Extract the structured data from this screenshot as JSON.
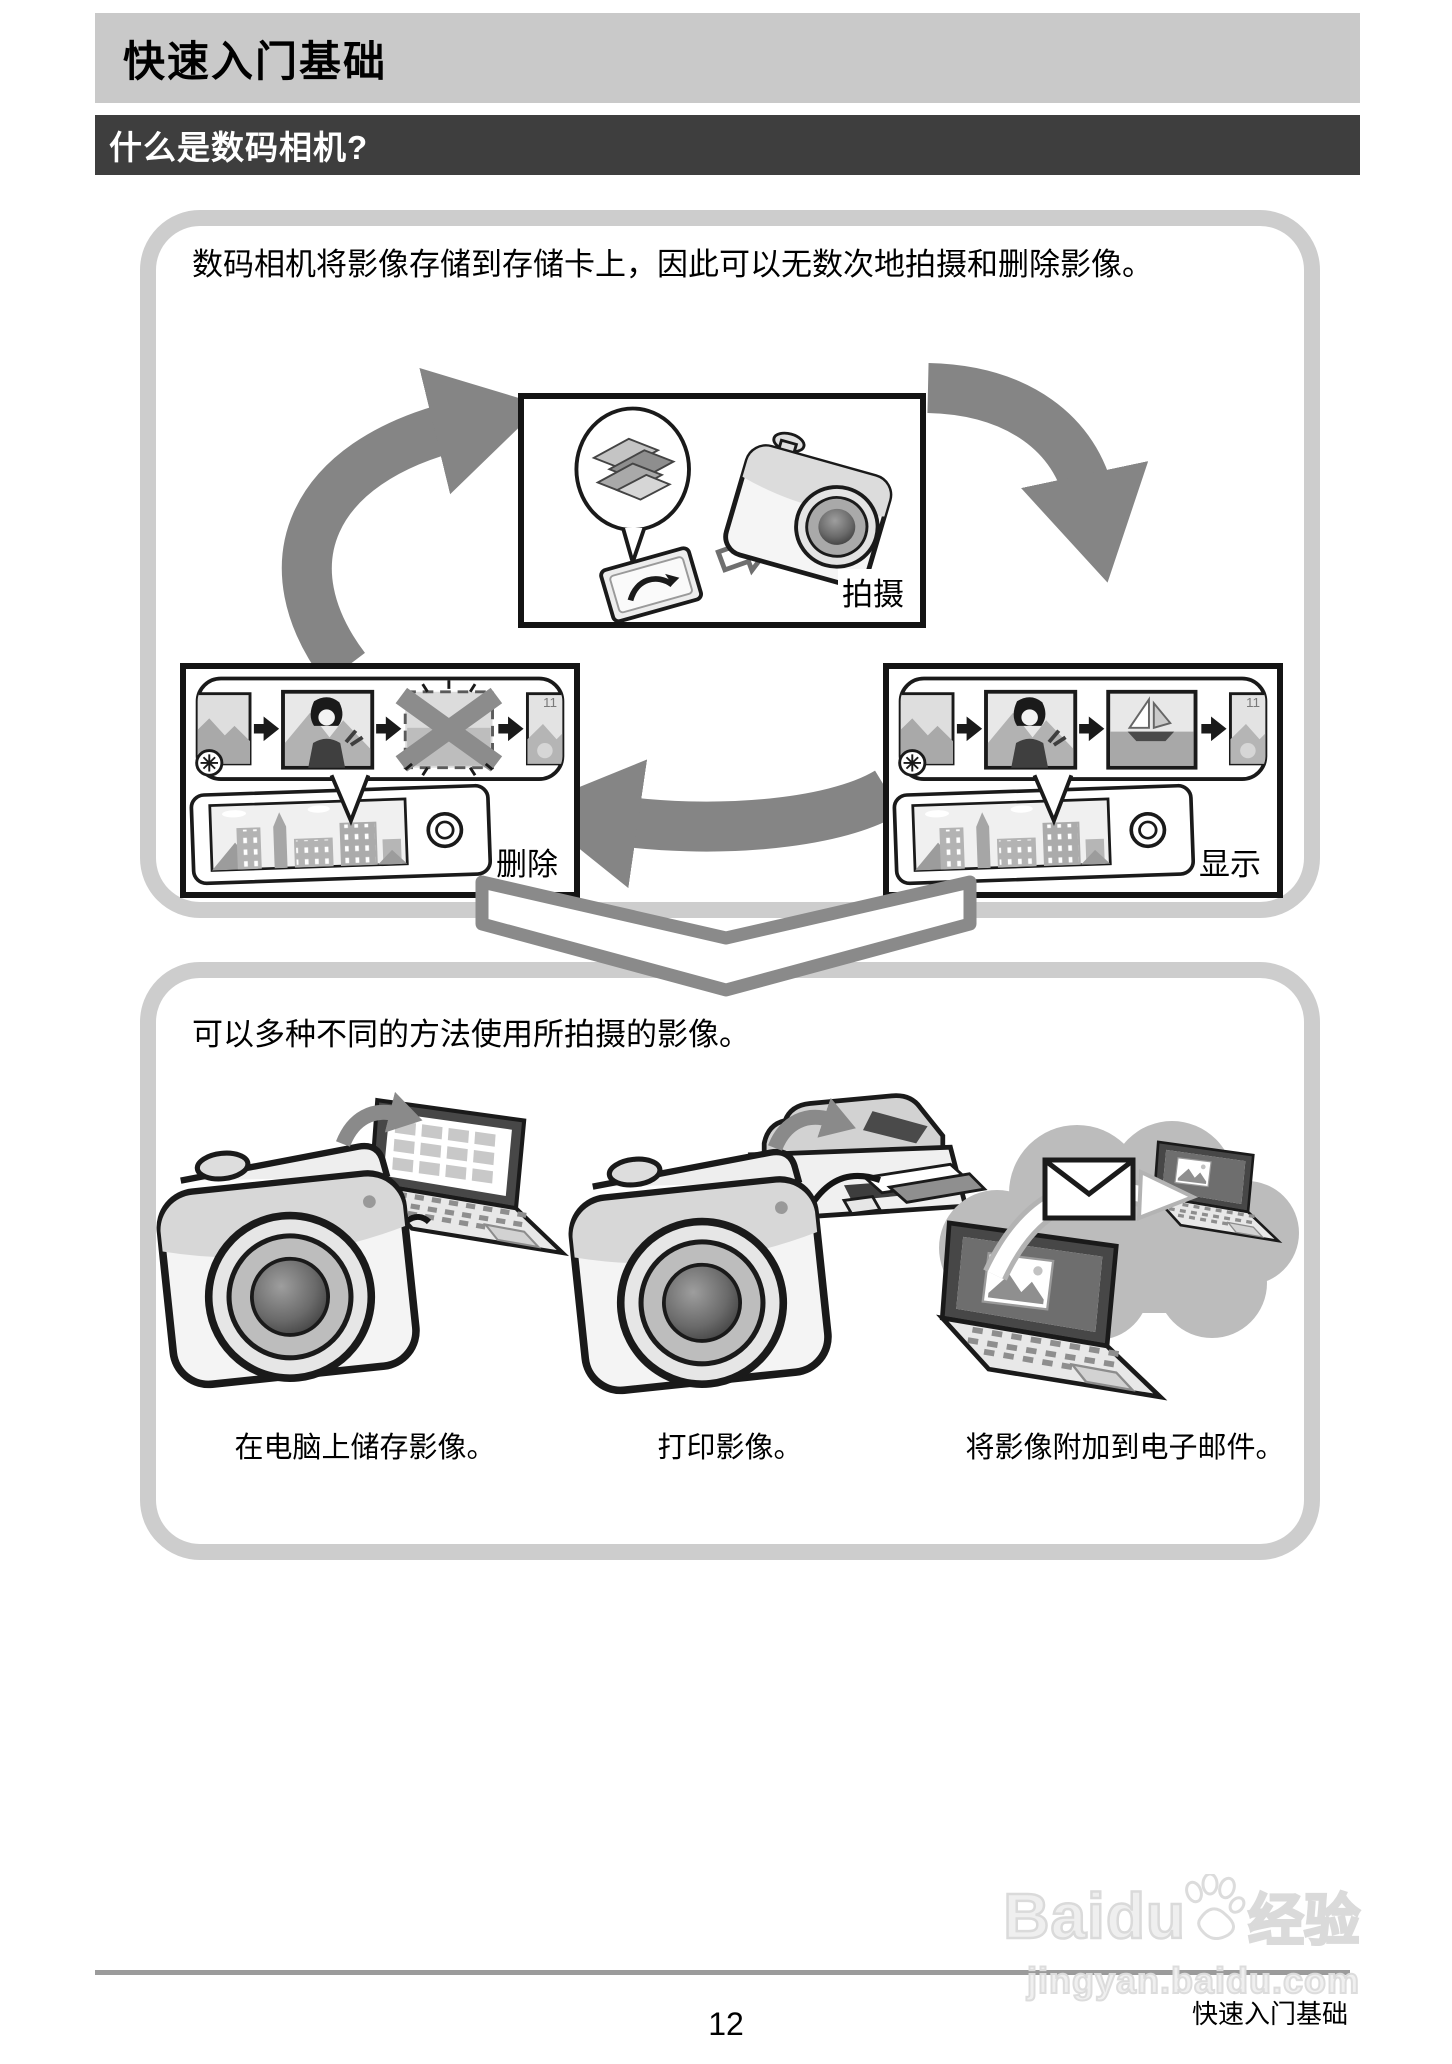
{
  "page": {
    "title": "快速入门基础",
    "section_title": "什么是数码相机?"
  },
  "cycle": {
    "intro": "数码相机将影像存储到存储卡上，因此可以无数次地拍摄和删除影像。",
    "steps": {
      "shoot": "拍摄",
      "delete": "删除",
      "display": "显示"
    },
    "frame_badge": "11"
  },
  "usage": {
    "intro": "可以多种不同的方法使用所拍摄的影像。",
    "captions": [
      "在电脑上储存影像。",
      "打印影像。",
      "将影像附加到电子邮件。"
    ]
  },
  "footer": {
    "page_number": "12",
    "section": "快速入门基础"
  },
  "watermark": {
    "brand": "Baidu",
    "brand_suffix": "经验",
    "site": "jingyan.baidu.com"
  },
  "colors": {
    "title_band": "#c9c9c9",
    "section_band": "#3e3e3e",
    "box_border": "#cdcdcd",
    "arrow_gray": "#858585",
    "footer_rule": "#9b9b9b",
    "watermark": "#e0e0e0"
  }
}
